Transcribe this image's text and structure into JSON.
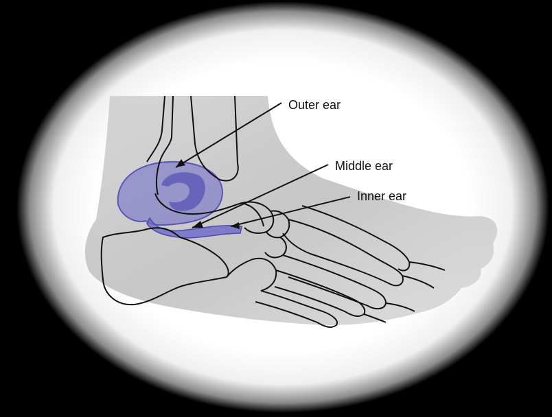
{
  "labels": {
    "outer": "Outer ear",
    "middle": "Middle ear",
    "inner": "Inner ear"
  },
  "colors": {
    "background": "#000000",
    "vignette_center": "#ffffff",
    "foot_fill": "#d4d4d4",
    "bone_outline": "#111111",
    "ear_highlight": "#6b68c9"
  }
}
